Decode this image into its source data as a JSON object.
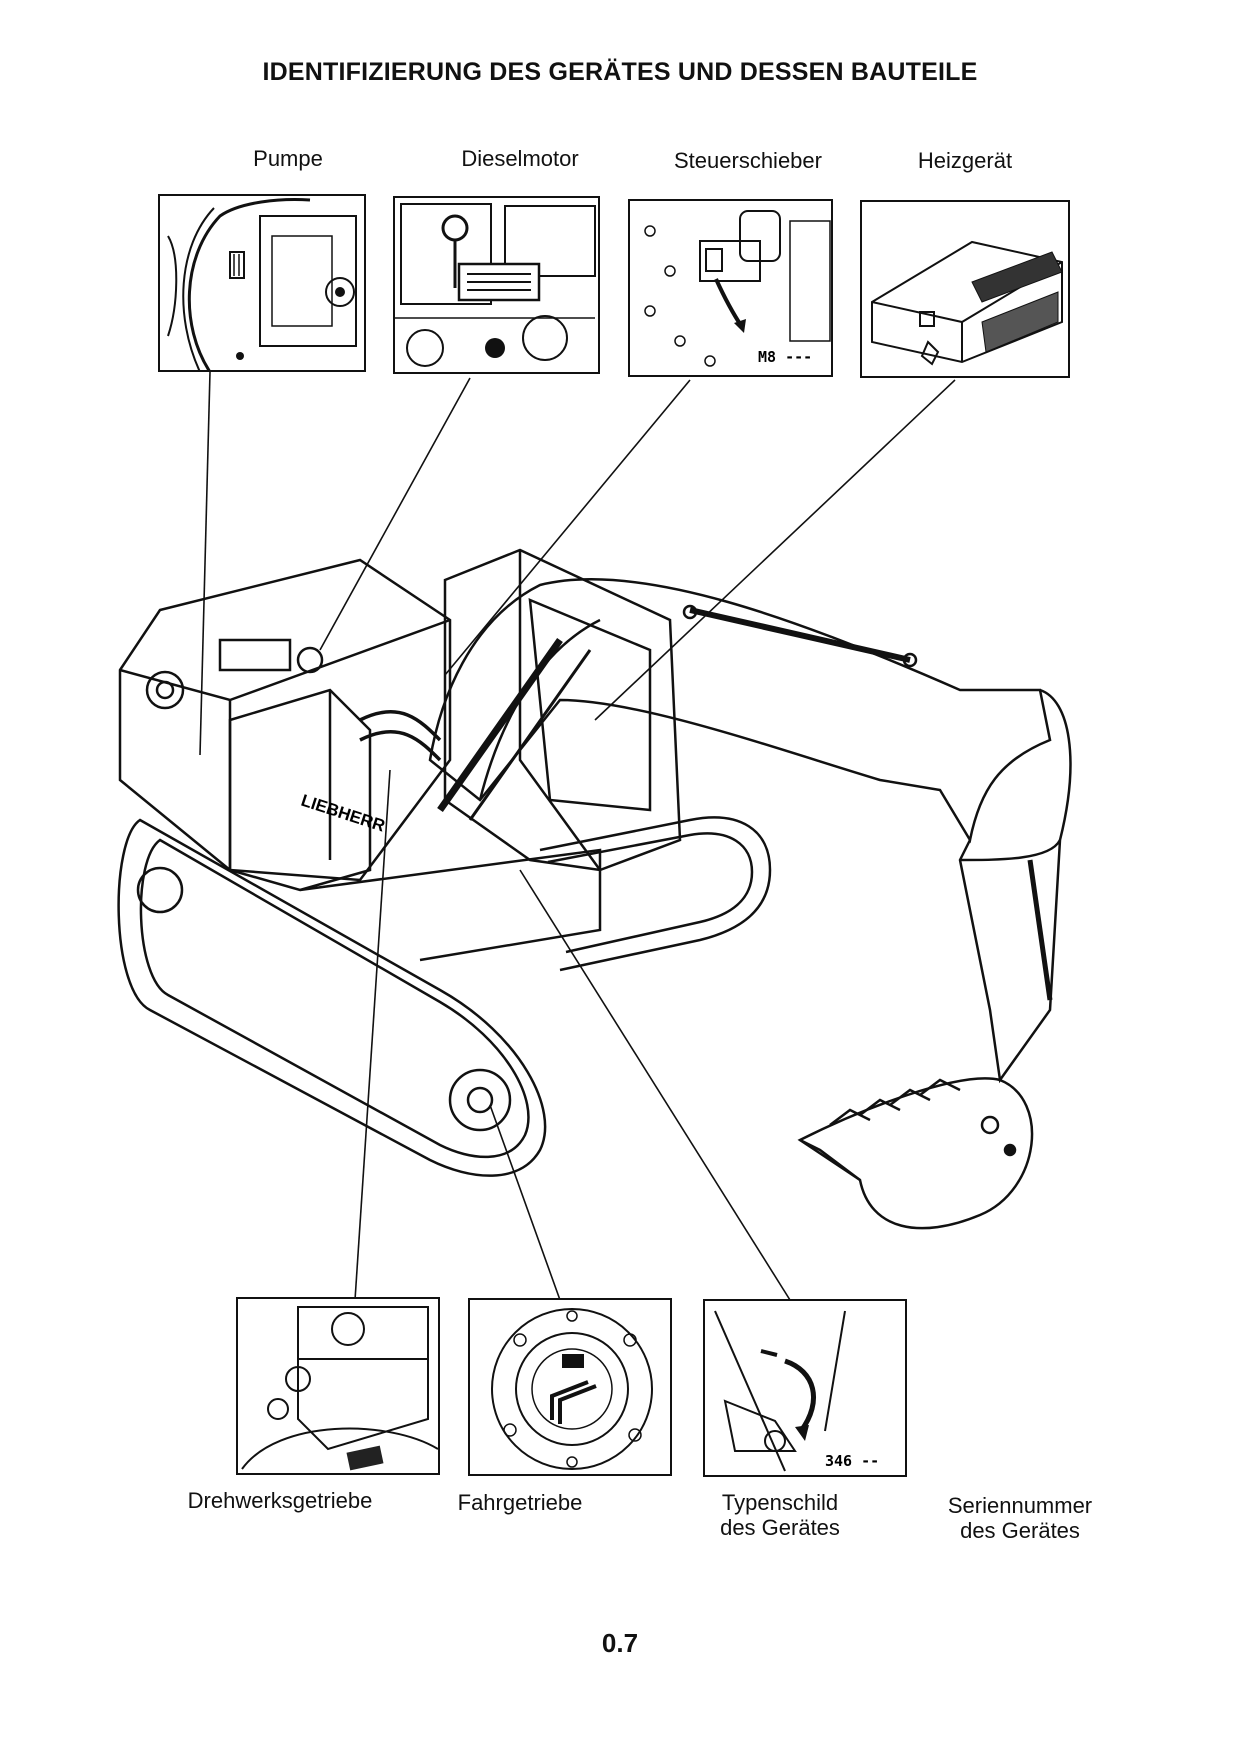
{
  "title": "IDENTIFIZIERUNG DES GERÄTES UND DESSEN BAUTEILE",
  "top_labels": {
    "pumpe": "Pumpe",
    "dieselmotor": "Dieselmotor",
    "steuerschieber": "Steuerschieber",
    "heizgeraet": "Heizgerät"
  },
  "bottom_labels": {
    "drehwerksgetriebe": "Drehwerksgetriebe",
    "fahrgetriebe": "Fahrgetriebe",
    "typenschild_1": "Typenschild",
    "typenschild_2": "des Gerätes",
    "seriennummer_1": "Seriennummer",
    "seriennummer_2": "des Gerätes"
  },
  "inset_texts": {
    "steuerschieber_code": "M8 ---",
    "serial_code": "346 --",
    "brand": "LIEBHERR"
  },
  "page_number": "0.7"
}
